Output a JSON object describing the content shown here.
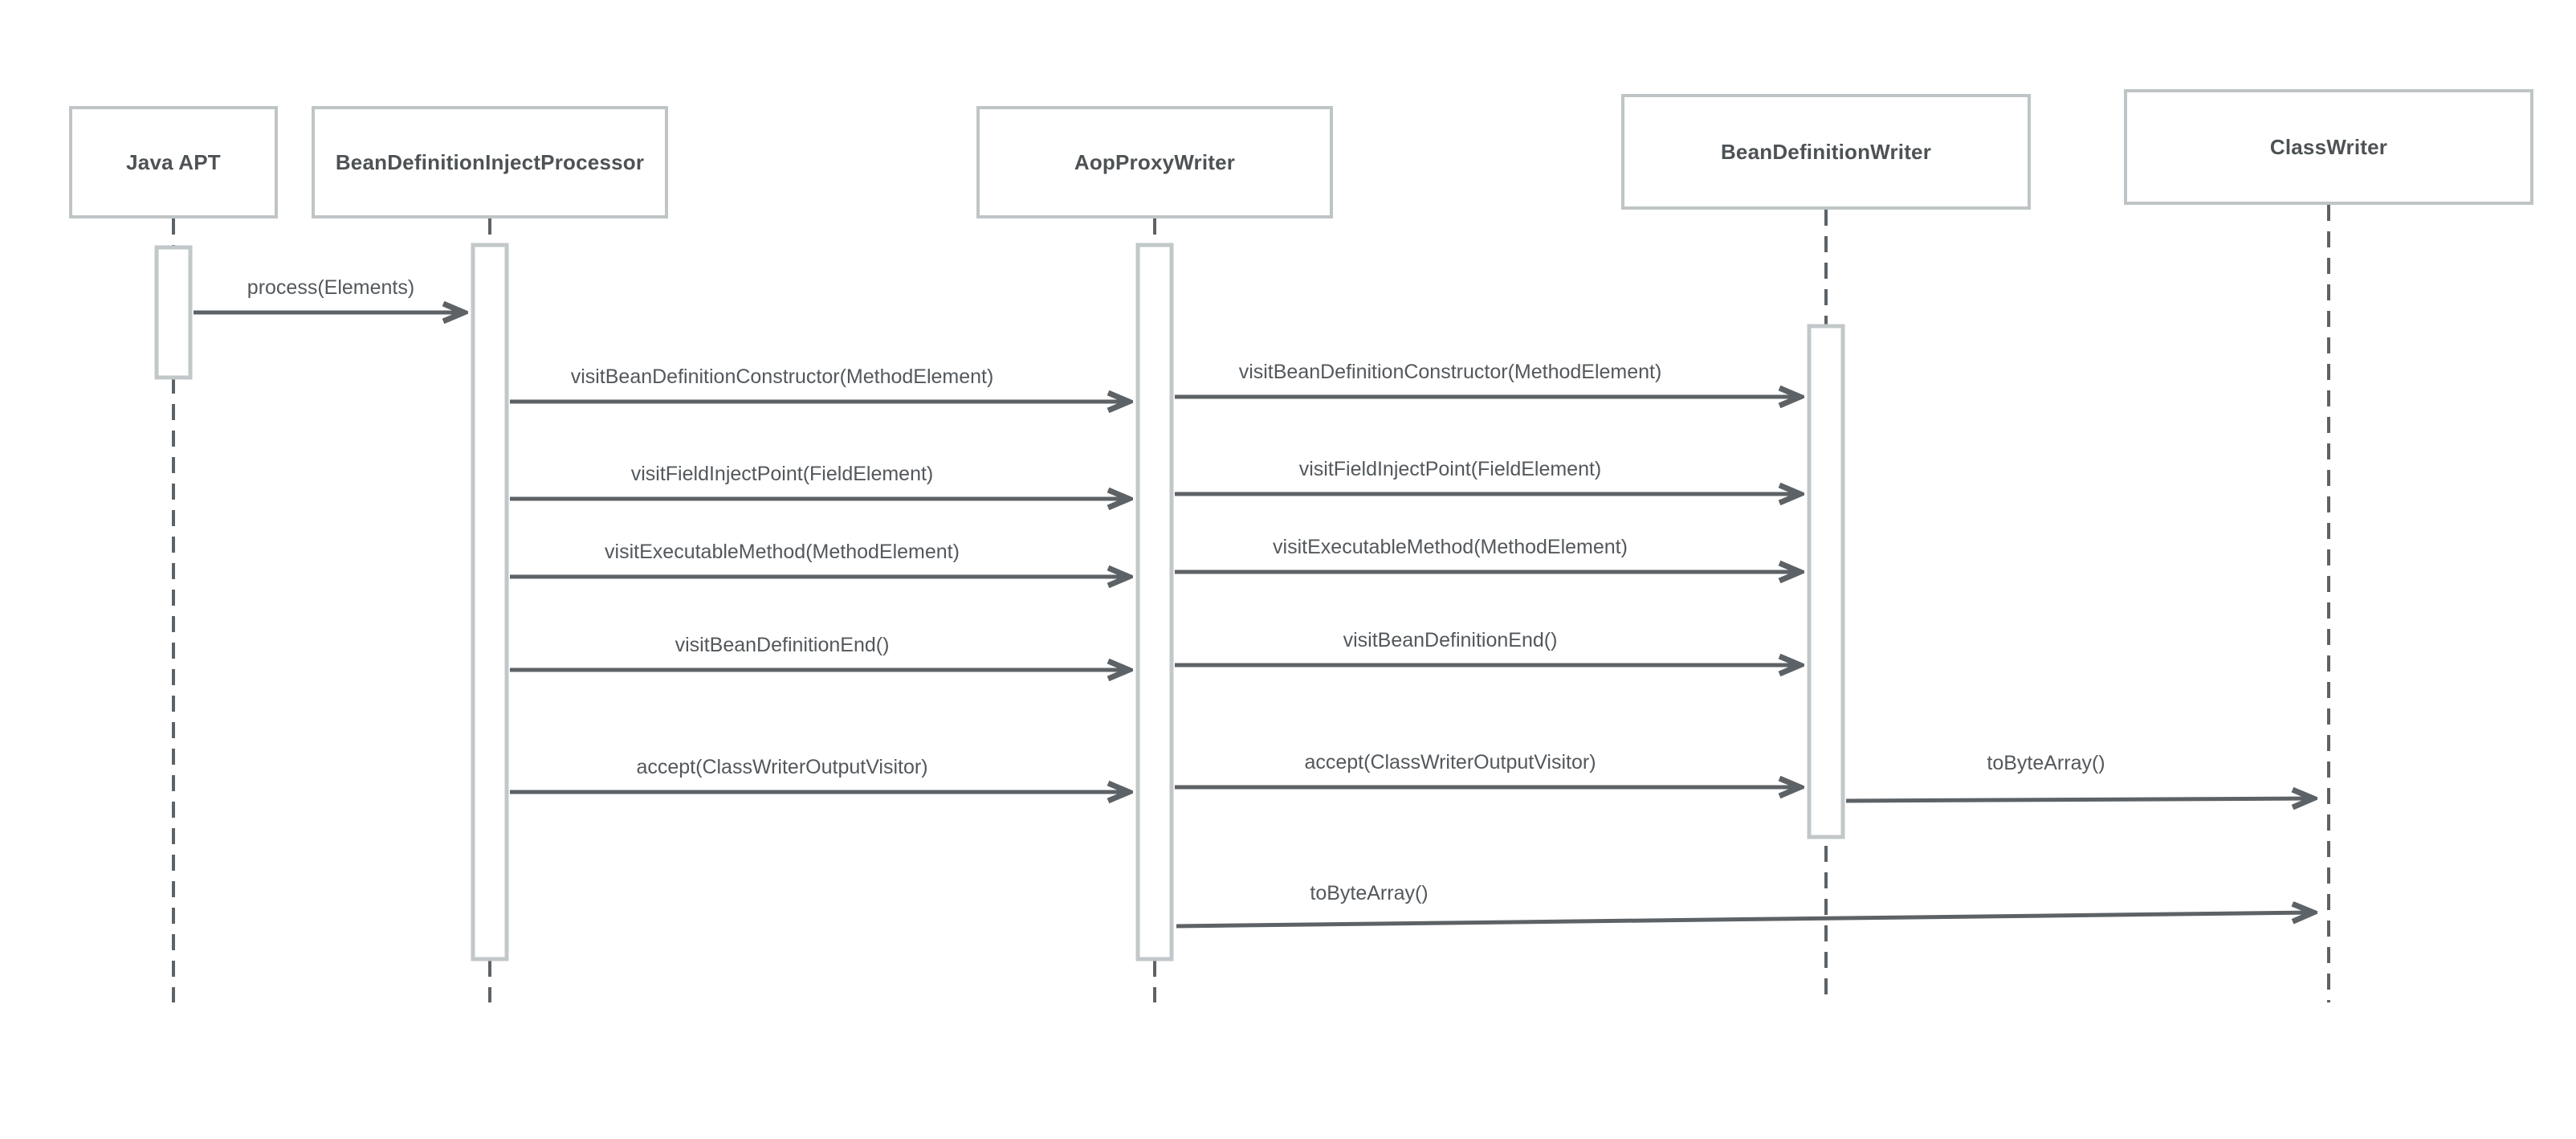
{
  "diagram": {
    "type": "uml-sequence-diagram",
    "participants": [
      {
        "id": "java-apt",
        "name": "Java APT"
      },
      {
        "id": "bean-definition-inject-processor",
        "name": "BeanDefinitionInjectProcessor"
      },
      {
        "id": "aop-proxy-writer",
        "name": "AopProxyWriter"
      },
      {
        "id": "bean-definition-writer",
        "name": "BeanDefinitionWriter"
      },
      {
        "id": "class-writer",
        "name": "ClassWriter"
      }
    ],
    "messages": [
      {
        "label": "process(Elements)",
        "from": "Java APT",
        "to": "BeanDefinitionInjectProcessor"
      },
      {
        "label": "visitBeanDefinitionConstructor(MethodElement)",
        "from": "BeanDefinitionInjectProcessor",
        "to": "AopProxyWriter"
      },
      {
        "label": "visitBeanDefinitionConstructor(MethodElement)",
        "from": "AopProxyWriter",
        "to": "BeanDefinitionWriter"
      },
      {
        "label": "visitFieldInjectPoint(FieldElement)",
        "from": "BeanDefinitionInjectProcessor",
        "to": "AopProxyWriter"
      },
      {
        "label": "visitFieldInjectPoint(FieldElement)",
        "from": "AopProxyWriter",
        "to": "BeanDefinitionWriter"
      },
      {
        "label": "visitExecutableMethod(MethodElement)",
        "from": "BeanDefinitionInjectProcessor",
        "to": "AopProxyWriter"
      },
      {
        "label": "visitExecutableMethod(MethodElement)",
        "from": "AopProxyWriter",
        "to": "BeanDefinitionWriter"
      },
      {
        "label": "visitBeanDefinitionEnd()",
        "from": "BeanDefinitionInjectProcessor",
        "to": "AopProxyWriter"
      },
      {
        "label": "visitBeanDefinitionEnd()",
        "from": "AopProxyWriter",
        "to": "BeanDefinitionWriter"
      },
      {
        "label": "accept(ClassWriterOutputVisitor)",
        "from": "BeanDefinitionInjectProcessor",
        "to": "AopProxyWriter"
      },
      {
        "label": "accept(ClassWriterOutputVisitor)",
        "from": "AopProxyWriter",
        "to": "BeanDefinitionWriter"
      },
      {
        "label": "toByteArray()",
        "from": "BeanDefinitionWriter",
        "to": "ClassWriter"
      },
      {
        "label": "toByteArray()",
        "from": "AopProxyWriter",
        "to": "ClassWriter"
      }
    ],
    "colors": {
      "background": "#ffffff",
      "box-border": "#bfc4c6",
      "activation-border": "#c2c7c9",
      "activation-fill": "#ffffff",
      "arrow": "#5d6266",
      "lifeline": "#5d6266",
      "participant-text": "#4d5255",
      "message-text": "#53585c"
    }
  }
}
